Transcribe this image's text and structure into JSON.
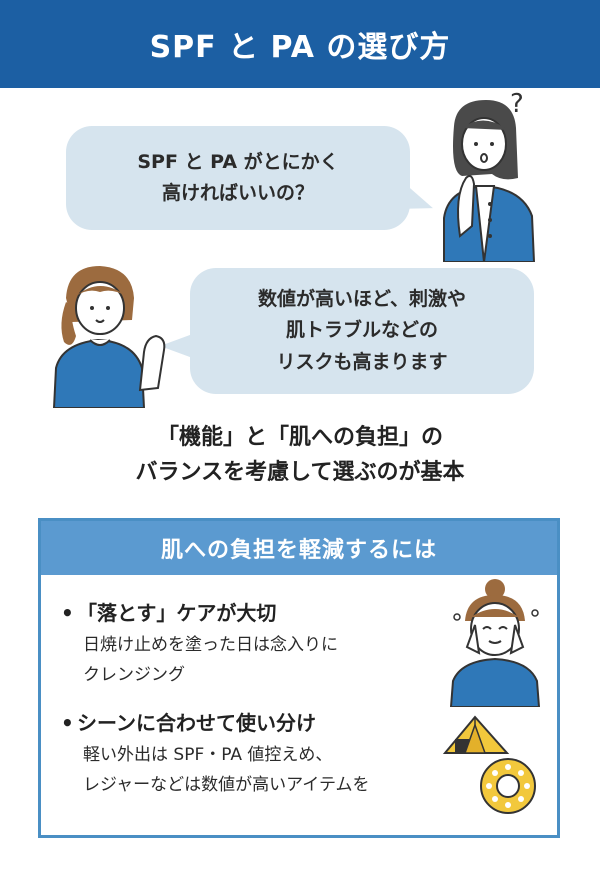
{
  "header": {
    "title": "SPF と PA の選び方"
  },
  "dialogue": {
    "question": [
      "SPF と PA がとにかく",
      "高ければいいの？"
    ],
    "answer": [
      "数値が高いほど、刺激や",
      "肌トラブルなどの",
      "リスクも高まります"
    ],
    "question_mark": "?"
  },
  "summary": [
    "「機能」と「肌への負担」の",
    "バランスを考慮して選ぶのが基本"
  ],
  "tips": {
    "title": "肌への負担を軽減するには",
    "items": [
      {
        "title": "「落とす」ケアが大切",
        "desc": [
          "日焼け止めを塗った日は念入りに",
          "クレンジング"
        ]
      },
      {
        "title": "シーンに合わせて使い分け",
        "desc": [
          "軽い外出は SPF・PA 値控えめ、",
          "レジャーなどは数値が高いアイテムを"
        ]
      }
    ]
  },
  "colors": {
    "header_bg": "#1c5fa3",
    "bubble_bg": "#d6e4ee",
    "panel_border": "#4a8fc4",
    "panel_head_bg": "#5b9ad0",
    "shirt": "#2f78b8",
    "hair": "#9c6b3f"
  }
}
